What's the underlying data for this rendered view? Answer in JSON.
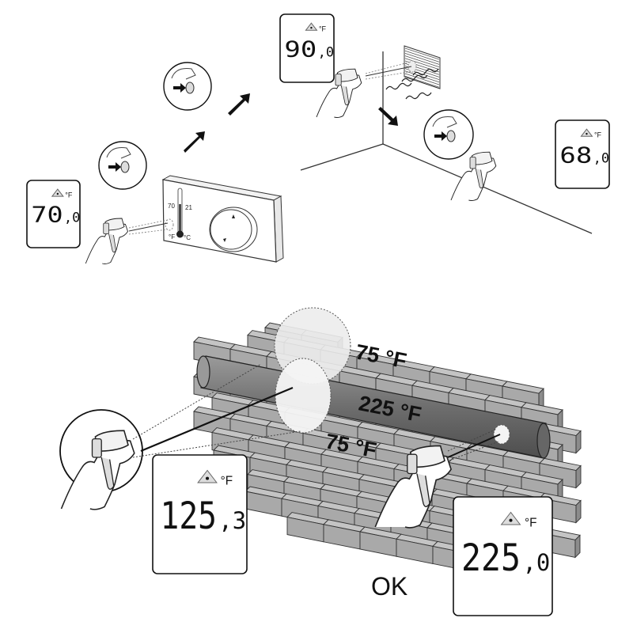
{
  "diagram": {
    "title": "Infrared thermometer usage illustration",
    "colors": {
      "line": "#2a2a2a",
      "brick_face": "#a9a9a9",
      "brick_top": "#c4c4c4",
      "brick_side": "#8c8c8c",
      "pipe": "#7a7a7a",
      "spot": "#ececec",
      "background": "#ffffff"
    },
    "top_panel": {
      "thermostat": {
        "scale_f": "70",
        "scale_c": "21",
        "unit_f": "°F",
        "unit_c": "°C"
      },
      "displays": [
        {
          "id": "thermostat-reading",
          "value": "70",
          "decimal": "0",
          "unit": "°F"
        },
        {
          "id": "vent-reading",
          "value": "90",
          "decimal": "0",
          "unit": "°F"
        },
        {
          "id": "wall-reading",
          "value": "68",
          "decimal": "0",
          "unit": "°F"
        }
      ],
      "trigger_insets": 3,
      "step_arrows": 3
    },
    "bottom_panel": {
      "labels": {
        "top_wall": "75 °F",
        "pipe": "225 °F",
        "bottom_wall": "75 °F",
        "ok": "OK"
      },
      "displays": [
        {
          "id": "wide-spot-reading",
          "value": "125",
          "decimal": "3",
          "unit": "°F"
        },
        {
          "id": "narrow-spot-reading",
          "value": "225",
          "decimal": "0",
          "unit": "°F"
        }
      ]
    }
  }
}
